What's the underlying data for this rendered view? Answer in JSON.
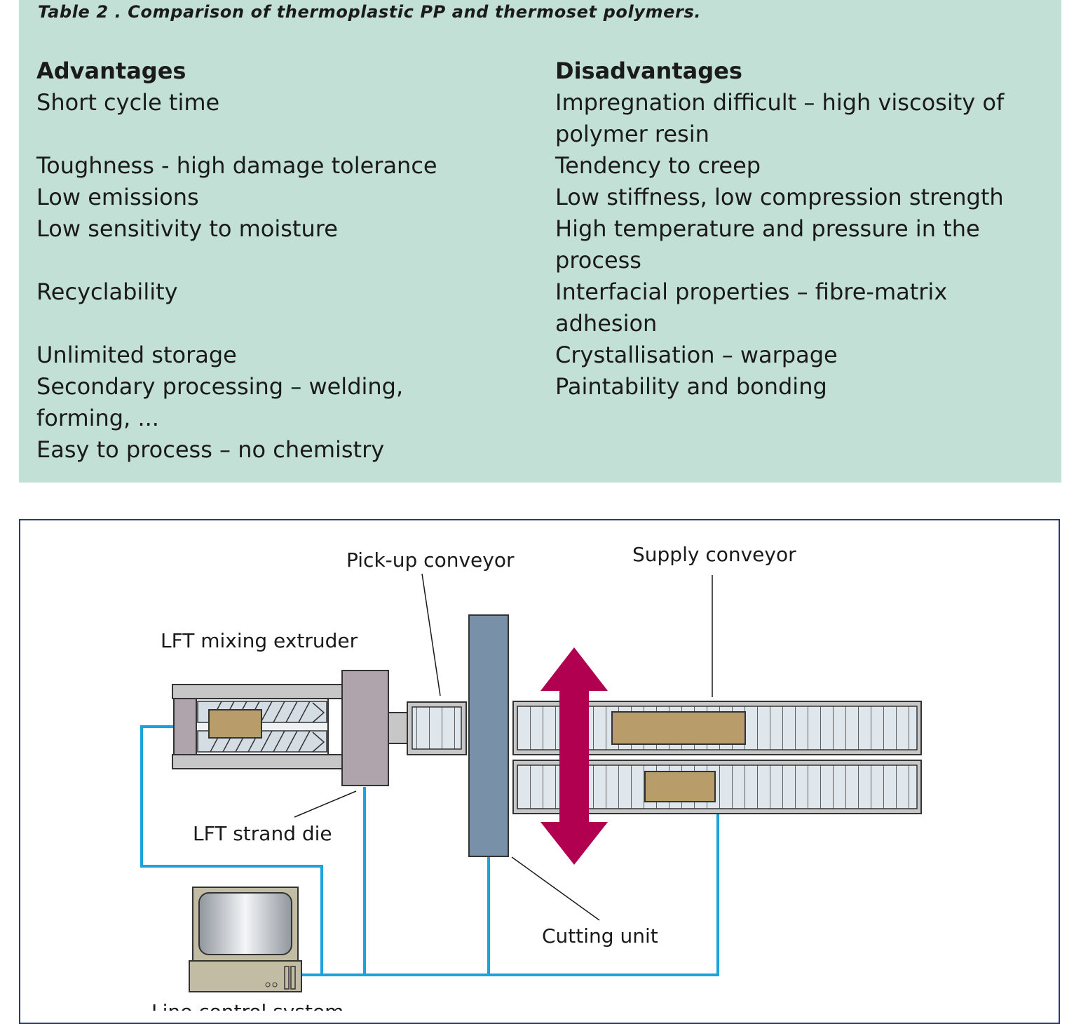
{
  "table": {
    "caption": "Table 2 . Comparison of thermoplastic PP and thermoset polymers.",
    "advantages_header": "Advantages",
    "disadvantages_header": "Disadvantages",
    "advantages": [
      "Short cycle time",
      "Toughness - high damage tolerance",
      "Low emissions",
      "Low sensitivity to moisture",
      "Recyclability",
      "Unlimited storage",
      "Secondary processing – welding, forming, ...",
      "Easy to process – no chemistry"
    ],
    "disadvantages": [
      "Impregnation difficult – high viscosity of polymer resin",
      "Tendency to creep",
      "Low stiffness, low compression strength",
      "High temperature and pressure in the process",
      "Interfacial properties – fibre-matrix adhesion",
      "Crystallisation – warpage",
      "Paintability and bonding"
    ]
  },
  "diagram": {
    "labels": {
      "pickup_conveyor": "Pick-up conveyor",
      "supply_conveyor": "Supply conveyor",
      "mixing_extruder": "LFT mixing extruder",
      "strand_die": "LFT strand die",
      "cutting_unit": "Cutting unit",
      "line_control": "Line control system"
    },
    "colors": {
      "panel": "#c3e0d7",
      "frame": "#2a3a7a",
      "wiring": "#1aa3dd",
      "arrow": "#b0004f",
      "material": "#b89c6a",
      "cutting_unit": "#7890a8",
      "die": "#b0a4ac"
    }
  }
}
